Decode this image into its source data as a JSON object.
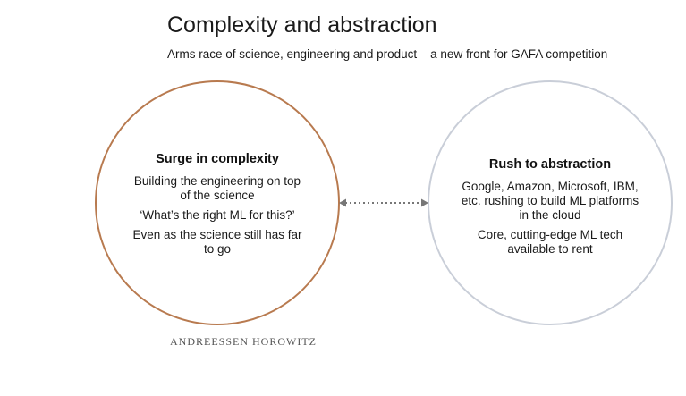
{
  "slide": {
    "title": "Complexity and abstraction",
    "subtitle": "Arms race of science, engineering and product – a new front for GAFA competition"
  },
  "left_circle": {
    "heading": "Surge in complexity",
    "lines": [
      "Building the engineering on top of the science",
      "‘What’s the right ML for this?’",
      "Even as the science still has far to go"
    ],
    "border_color": "#b87a4f"
  },
  "right_circle": {
    "heading": "Rush to abstraction",
    "lines": [
      "Google, Amazon, Microsoft, IBM, etc. rushing to build ML platforms in the cloud",
      "Core, cutting-edge ML tech available to rent"
    ],
    "border_color": "#c9ced8"
  },
  "connector": {
    "icon": "double-headed-dotted-arrow-icon",
    "color": "#777777"
  },
  "footer": {
    "logo": "ANDREESSEN HOROWITZ"
  }
}
